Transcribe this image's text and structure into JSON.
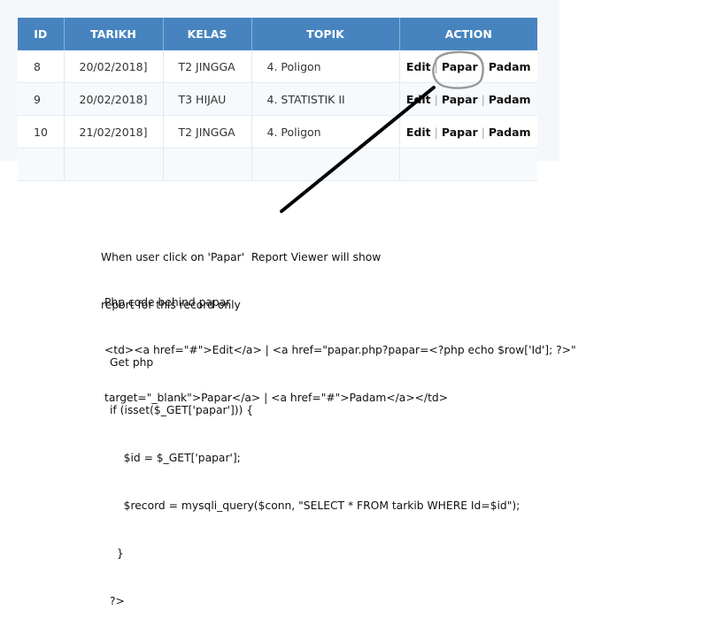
{
  "table": {
    "headers": [
      "ID",
      "TARIKH",
      "KELAS",
      "TOPIK",
      "ACTION"
    ],
    "rows": [
      {
        "id": "8",
        "tarikh": "20/02/2018]",
        "kelas": "T2 JINGGA",
        "topik": "4. Poligon"
      },
      {
        "id": "9",
        "tarikh": "20/02/2018]",
        "kelas": "T3 HIJAU",
        "topik": "4. STATISTIK II"
      },
      {
        "id": "10",
        "tarikh": "21/02/2018]",
        "kelas": "T2 JINGGA",
        "topik": "4. Poligon"
      }
    ],
    "actions": {
      "edit": "Edit",
      "papar": "Papar",
      "padam": "Padam",
      "separator": "|"
    }
  },
  "annotation": {
    "description_lines": [
      "When user click on 'Papar'  Report Viewer will show",
      "report for this record only"
    ],
    "code_lines": [
      "Php code behind papar",
      "<td><a href=\"#\">Edit</a> | <a href=\"papar.php?papar=<?php echo $row['Id']; ?>\"",
      "target=\"_blank\">Papar</a> | <a href=\"#\">Padam</a></td>"
    ],
    "get_lines": [
      "Get php",
      "if (isset($_GET['papar'])) {",
      "    $id = $_GET['papar'];",
      "    $record = mysqli_query($conn, \"SELECT * FROM tarkib WHERE Id=$id\");",
      "  }",
      "?>"
    ]
  },
  "colors": {
    "header_bg": "#4784bf",
    "annotation_stroke": "#000000",
    "circle_stroke": "#9a9a9a"
  }
}
